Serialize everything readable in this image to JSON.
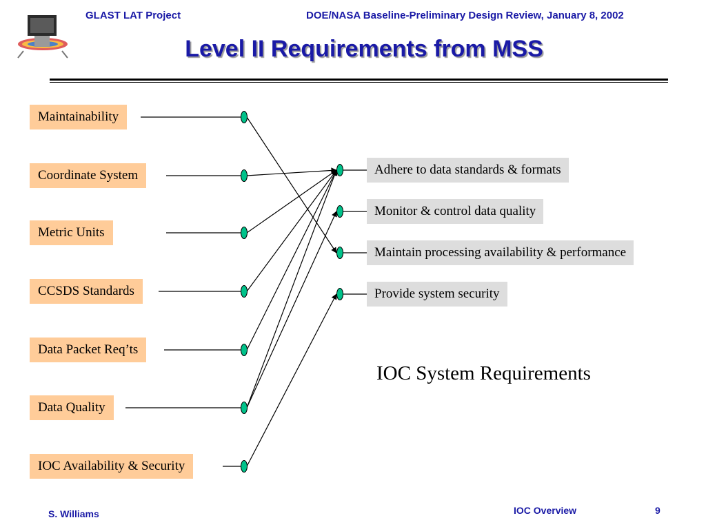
{
  "header": {
    "project": "GLAST LAT Project",
    "review": "DOE/NASA Baseline-Preliminary Design Review, January 8, 2002"
  },
  "title": "Level II Requirements from MSS",
  "sources": [
    {
      "id": "maintainability",
      "label": "Maintainability"
    },
    {
      "id": "coordinate-system",
      "label": "Coordinate System"
    },
    {
      "id": "metric-units",
      "label": "Metric Units"
    },
    {
      "id": "ccsds-standards",
      "label": "CCSDS Standards"
    },
    {
      "id": "data-packet-reqts",
      "label": "Data Packet Req’ts"
    },
    {
      "id": "data-quality",
      "label": "Data Quality"
    },
    {
      "id": "ioc-availability-security",
      "label": "IOC Availability & Security"
    }
  ],
  "targets": [
    {
      "id": "adhere-standards",
      "label": "Adhere to data standards & formats"
    },
    {
      "id": "monitor-quality",
      "label": "Monitor & control data quality"
    },
    {
      "id": "maintain-availability",
      "label": "Maintain processing availability & performance"
    },
    {
      "id": "system-security",
      "label": "Provide system security"
    }
  ],
  "target_group_label": "IOC System Requirements",
  "links": [
    {
      "from": 0,
      "to": 2
    },
    {
      "from": 1,
      "to": 0
    },
    {
      "from": 2,
      "to": 0
    },
    {
      "from": 3,
      "to": 0
    },
    {
      "from": 4,
      "to": 0
    },
    {
      "from": 5,
      "to": 0
    },
    {
      "from": 5,
      "to": 1
    },
    {
      "from": 6,
      "to": 3
    }
  ],
  "footer": {
    "author": "S. Williams",
    "section": "IOC Overview",
    "page": "9"
  },
  "colors": {
    "header_text": "#1a1aa6",
    "source_box": "#ffcc99",
    "target_box": "#dddddd",
    "node_fill": "#00c28a"
  }
}
